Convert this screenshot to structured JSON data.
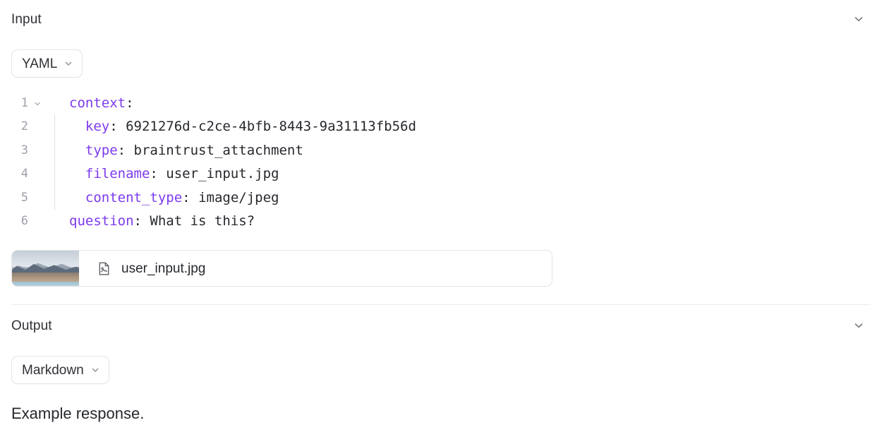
{
  "input": {
    "title": "Input",
    "collapse_icon": "chevron-down-icon",
    "format": {
      "label": "YAML",
      "caret_icon": "chevron-down-icon"
    },
    "code": {
      "language": "yaml",
      "lines": [
        {
          "num": "1",
          "foldable": true,
          "guide": false,
          "indent": "",
          "key": "context",
          "colon": ":",
          "value": ""
        },
        {
          "num": "2",
          "foldable": false,
          "guide": true,
          "indent": "  ",
          "key": "key",
          "colon": ":",
          "value": " 6921276d-c2ce-4bfb-8443-9a31113fb56d"
        },
        {
          "num": "3",
          "foldable": false,
          "guide": true,
          "indent": "  ",
          "key": "type",
          "colon": ":",
          "value": " braintrust_attachment"
        },
        {
          "num": "4",
          "foldable": false,
          "guide": true,
          "indent": "  ",
          "key": "filename",
          "colon": ":",
          "value": " user_input.jpg"
        },
        {
          "num": "5",
          "foldable": false,
          "guide": true,
          "indent": "  ",
          "key": "content_type",
          "colon": ":",
          "value": " image/jpeg"
        },
        {
          "num": "6",
          "foldable": false,
          "guide": false,
          "indent": "",
          "key": "question",
          "colon": ":",
          "value": " What is this?"
        }
      ]
    },
    "attachment": {
      "filename": "user_input.jpg",
      "file_icon": "image-file-icon",
      "thumbnail_alt": "mountain-lake-landscape-thumbnail"
    }
  },
  "output": {
    "title": "Output",
    "collapse_icon": "chevron-down-icon",
    "format": {
      "label": "Markdown",
      "caret_icon": "chevron-down-icon"
    },
    "body_text": "Example response."
  },
  "colors": {
    "key_purple": "#7c3aed",
    "text": "#25282d",
    "muted": "#9ca0a8",
    "border": "#e4e4e7",
    "divider": "#ececee",
    "background": "#ffffff"
  }
}
